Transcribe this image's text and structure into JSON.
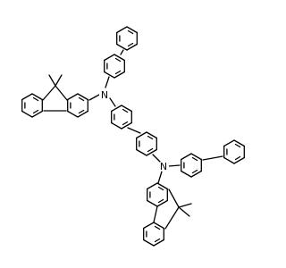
{
  "molecule": {
    "atoms": [
      {
        "id": "n1",
        "label": "N",
        "color": "#000000"
      },
      {
        "id": "n2",
        "label": "N",
        "color": "#000000"
      }
    ]
  }
}
